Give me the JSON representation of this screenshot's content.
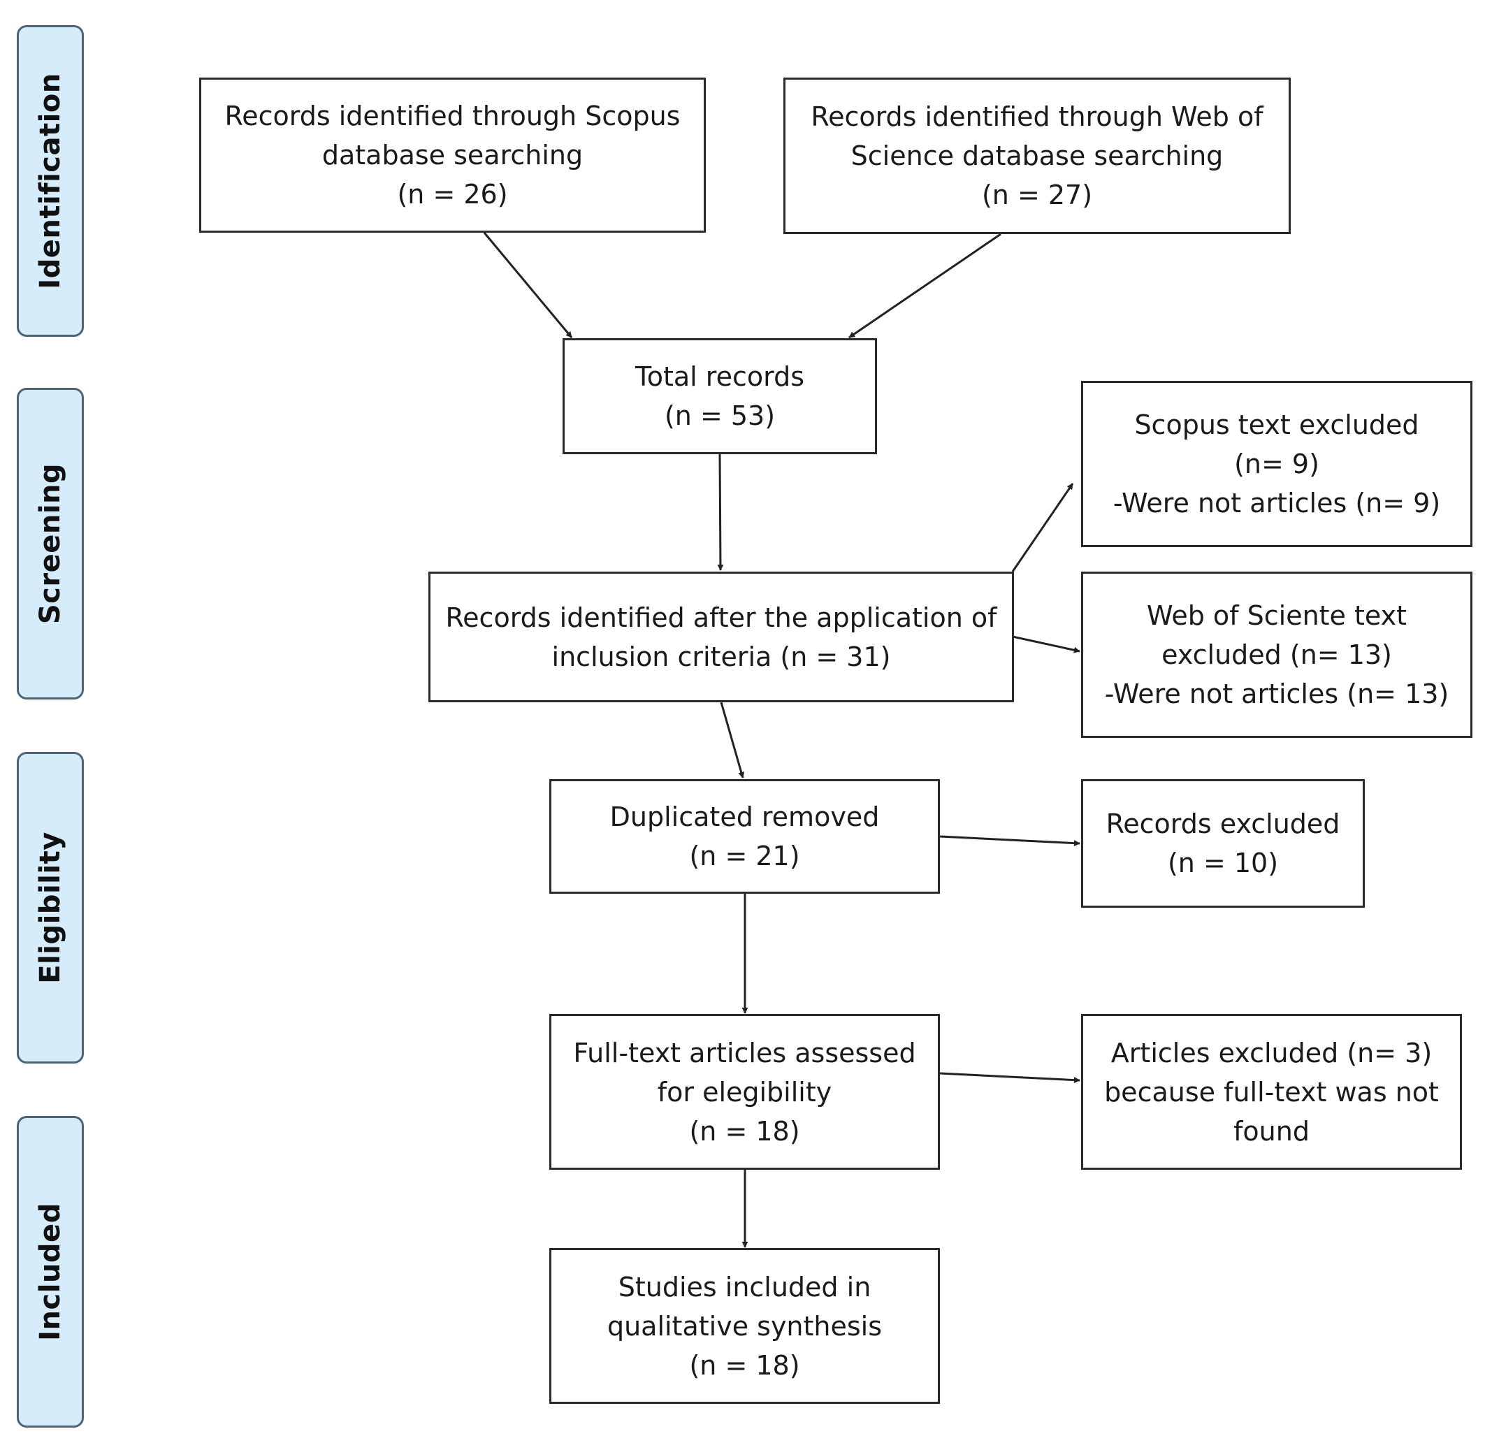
{
  "stages": {
    "identification": "Identification",
    "screening": "Screening",
    "eligibility": "Eligibility",
    "included": "Included"
  },
  "boxes": {
    "scopus_records": [
      "Records identified through Scopus",
      "database searching",
      "(n = 26)"
    ],
    "wos_records": [
      "Records identified through Web of",
      "Science database searching",
      "(n = 27)"
    ],
    "total_records": [
      "Total records",
      "(n = 53)"
    ],
    "scopus_excluded": [
      "Scopus text excluded",
      "(n= 9)",
      "-Were not articles (n= 9)"
    ],
    "after_inclusion": [
      "Records identified after the application of",
      "inclusion criteria (n = 31)"
    ],
    "wos_excluded": [
      "Web of Sciente text",
      "excluded (n= 13)",
      "-Were not articles (n= 13)"
    ],
    "duplicates_removed": [
      "Duplicated removed",
      "(n = 21)"
    ],
    "records_excluded": [
      "Records excluded",
      "(n = 10)"
    ],
    "fulltext_assessed": [
      "Full-text articles assessed",
      "for elegibility",
      "(n = 18)"
    ],
    "articles_excluded": [
      "Articles excluded (n= 3)",
      "because full-text was not",
      "found"
    ],
    "studies_included": [
      "Studies included in",
      "qualitative synthesis",
      "(n = 18)"
    ]
  },
  "colors": {
    "stage_fill": "#d6ecfb",
    "stage_border": "#4f6370",
    "box_border": "#2b2b2b",
    "arrow": "#222222"
  }
}
